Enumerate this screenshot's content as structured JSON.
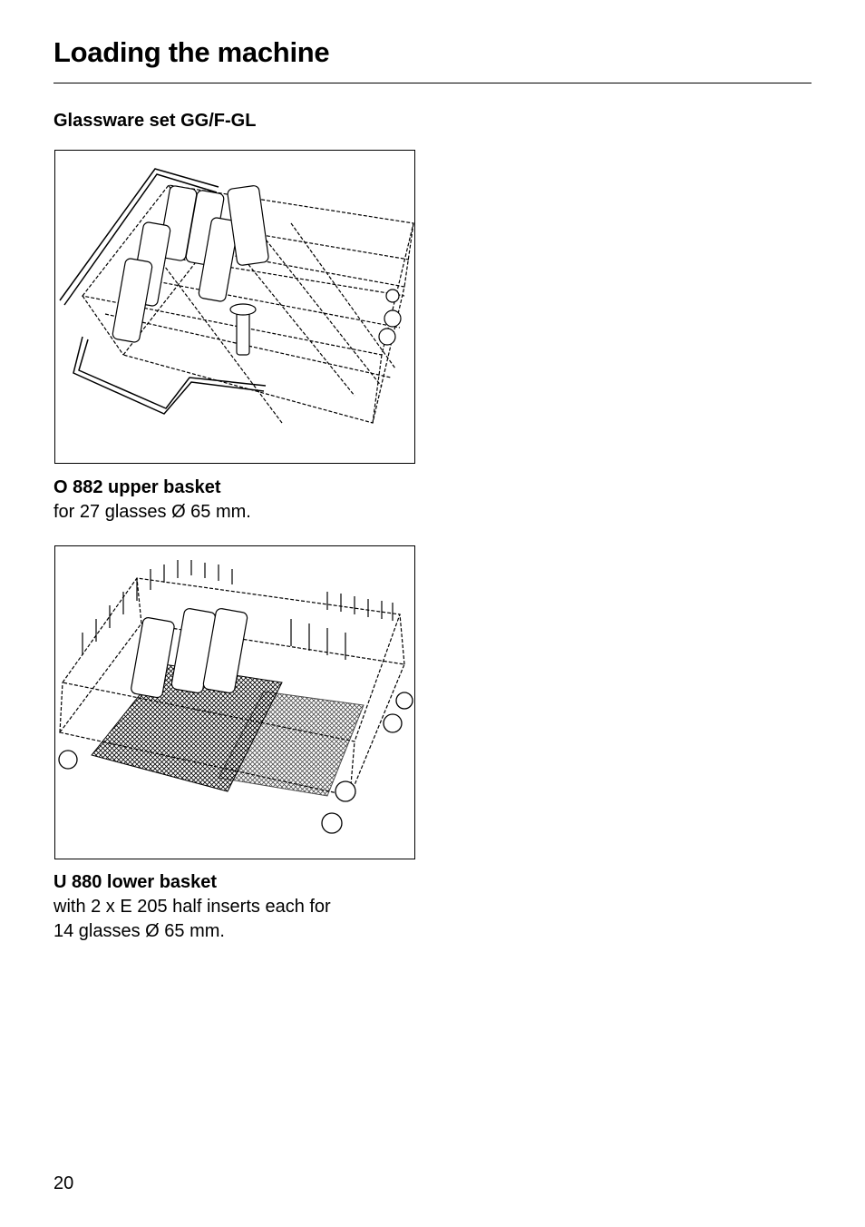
{
  "header": {
    "title": "Loading the machine"
  },
  "section": {
    "subtitle": "Glassware set GG/F-GL"
  },
  "figures": [
    {
      "caption_title": "O 882 upper basket",
      "caption_lines": [
        "for 27 glasses Ø 65 mm."
      ]
    },
    {
      "caption_title": "U 880 lower basket",
      "caption_lines": [
        "with 2 x E 205 half inserts each for",
        "14 glasses Ø 65 mm."
      ]
    }
  ],
  "footer": {
    "page_number": "20"
  }
}
